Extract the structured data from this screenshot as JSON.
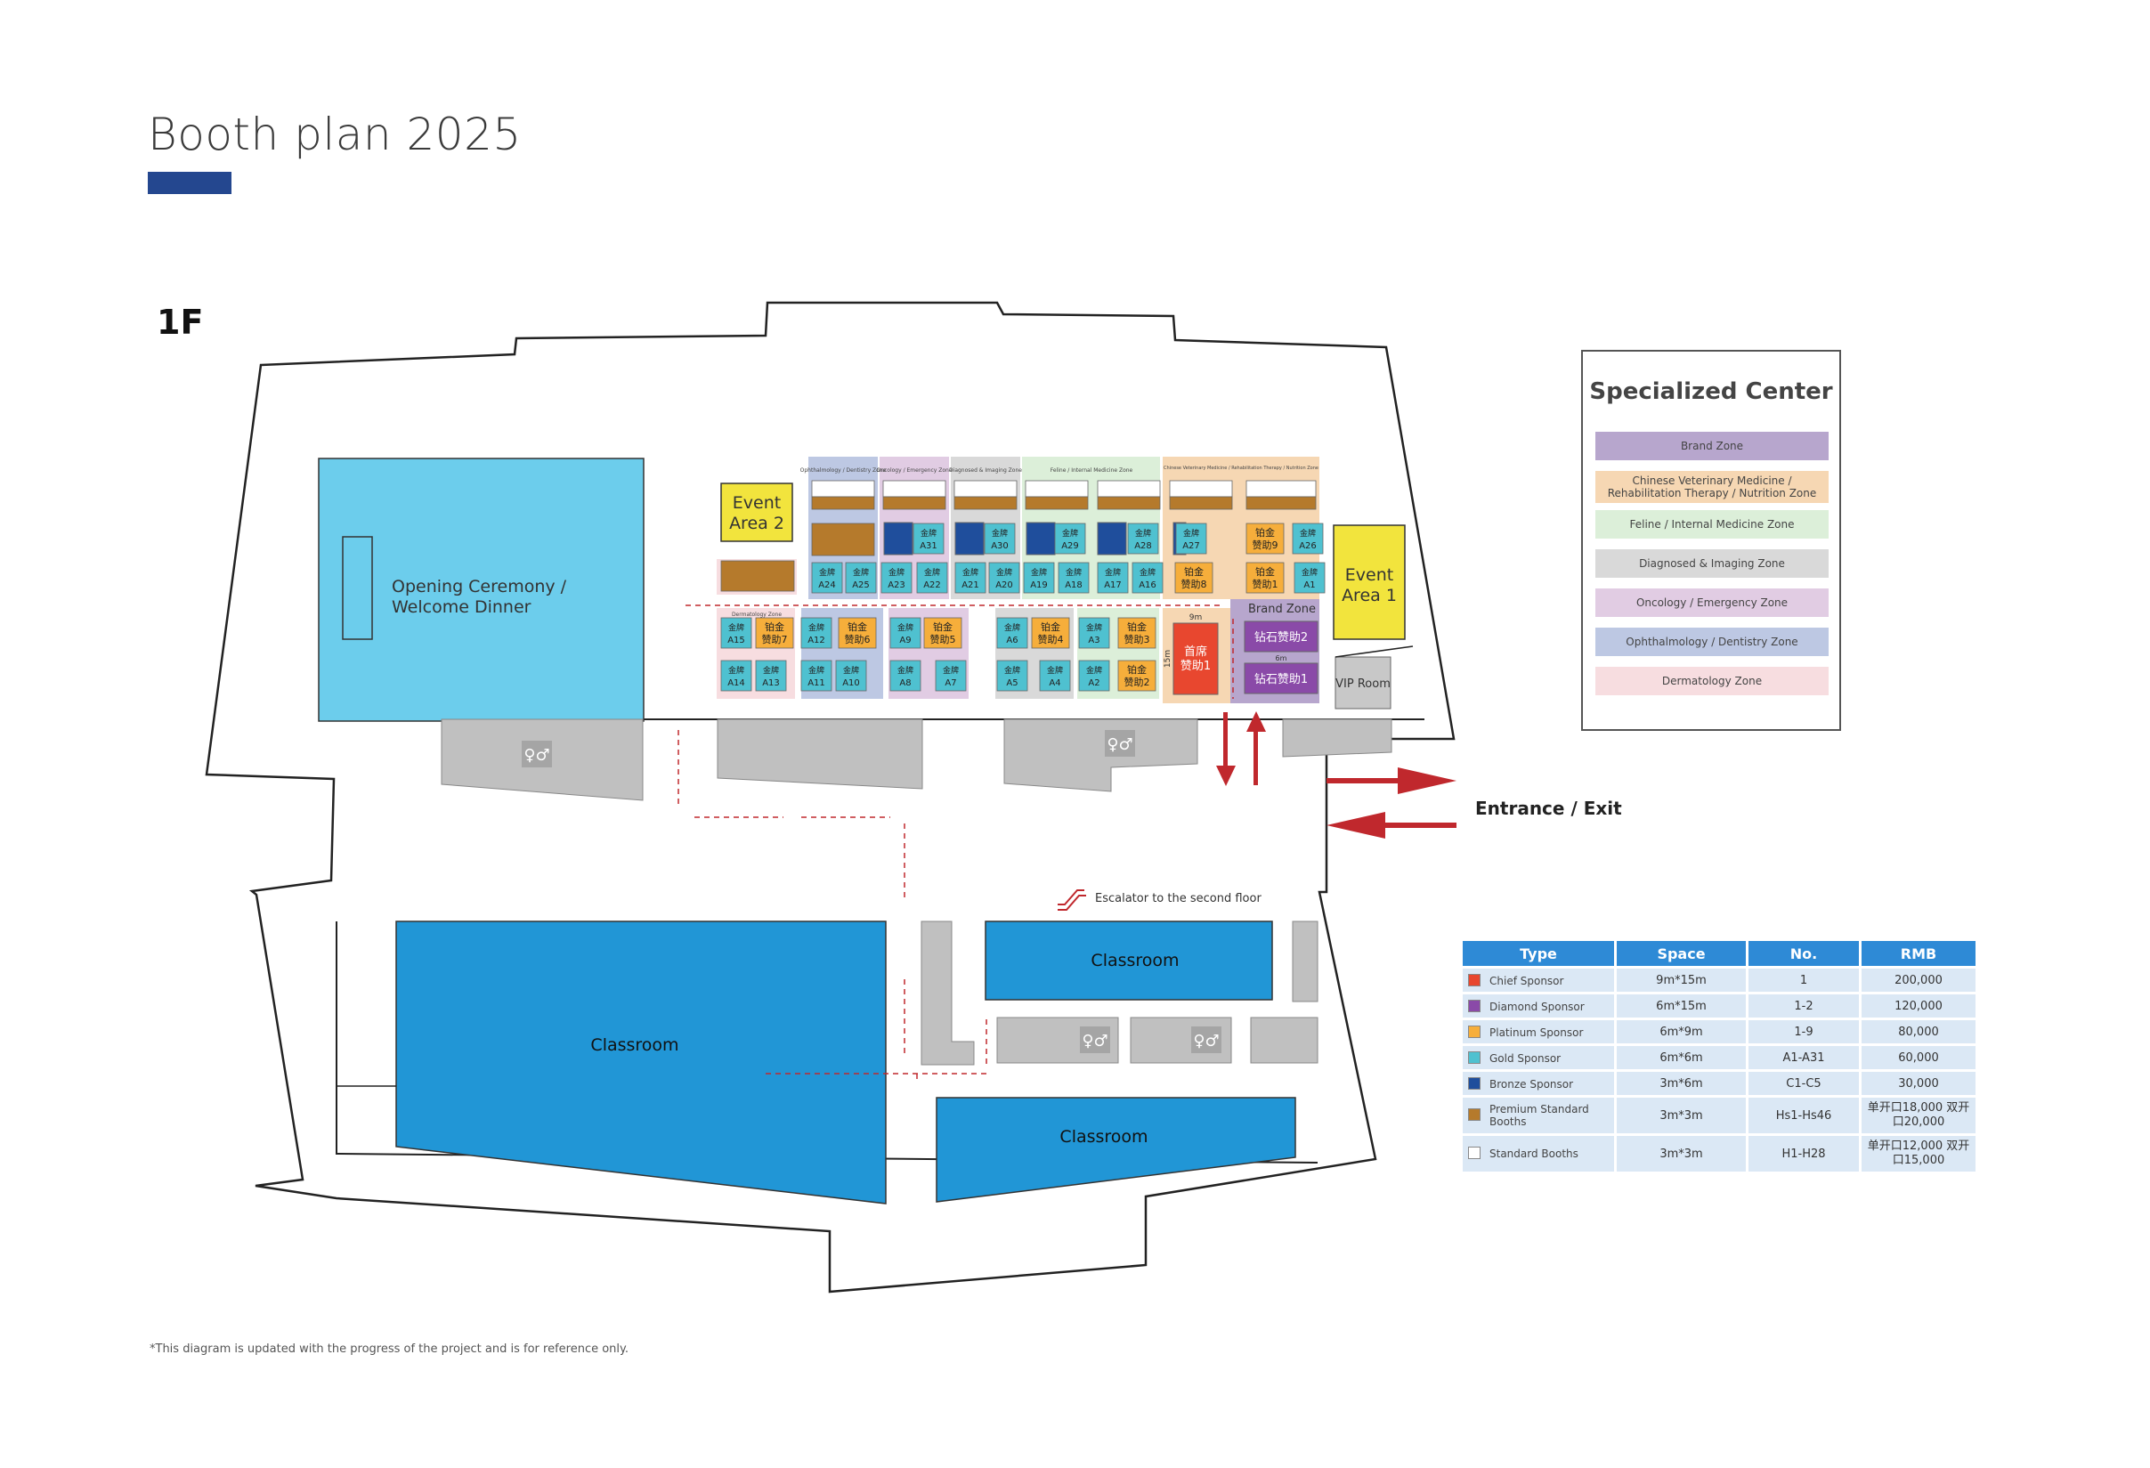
{
  "header": {
    "title": "Booth plan 2025",
    "floor": "1F"
  },
  "footnote": "*This diagram is updated with the progress of the project and is for reference only.",
  "colors": {
    "accent_bar": "#24478f",
    "hall_blue": "#6ccdec",
    "classroom_blue": "#2196d6",
    "event_yellow": "#f2e43d",
    "gray_block": "#c0c0c0",
    "arrow_red": "#c0282d"
  },
  "rooms": {
    "opening": [
      "Opening Ceremony /",
      "Welcome Dinner"
    ],
    "classroom": "Classroom",
    "vip": "VIP Room",
    "event1": [
      "Event",
      "Area 1"
    ],
    "event2": [
      "Event",
      "Area 2"
    ]
  },
  "labels": {
    "entrance": "Entrance / Exit",
    "escalator": "Escalator to the second floor",
    "brand_zone": "Brand Zone",
    "space_9m": "9m",
    "space_15m": "15m",
    "space_6m": "6m"
  },
  "booths": {
    "chief_label": [
      "首席",
      "赞助1"
    ],
    "diamond": [
      [
        "钻石赞助2"
      ],
      [
        "钻石赞助1"
      ]
    ],
    "platinum": [
      [
        "铂金",
        "赞助1"
      ],
      [
        "铂金",
        "赞助2"
      ],
      [
        "铂金",
        "赞助3"
      ],
      [
        "铂金",
        "赞助4"
      ],
      [
        "铂金",
        "赞助5"
      ],
      [
        "铂金",
        "赞助6"
      ],
      [
        "铂金",
        "赞助7"
      ],
      [
        "铂金",
        "赞助8"
      ],
      [
        "铂金",
        "赞助9"
      ]
    ],
    "gold_prefix": "金牌",
    "gold": [
      "A1",
      "A2",
      "A3",
      "A4",
      "A5",
      "A6",
      "A7",
      "A8",
      "A9",
      "A10",
      "A11",
      "A12",
      "A13",
      "A14",
      "A15",
      "A16",
      "A17",
      "A18",
      "A19",
      "A20",
      "A21",
      "A22",
      "A23",
      "A24",
      "A25",
      "A26",
      "A27",
      "A28",
      "A29",
      "A30",
      "A31"
    ],
    "zone_headers": [
      "Ophthalmology / Dentistry Zone",
      "Oncology / Emergency Zone",
      "Diagnosed & Imaging Zone",
      "Feline / Internal Medicine Zone",
      "Chinese Veterinary Medicine / Rehabilitation Therapy / Nutrition Zone",
      "Dermatology Zone"
    ]
  },
  "zone_legend": {
    "title": "Specialized Center",
    "items": [
      {
        "label": "Brand Zone",
        "color": "#b7a6cd"
      },
      {
        "label": "Chinese Veterinary Medicine / Rehabilitation Therapy / Nutrition Zone",
        "color": "#f6d7b3"
      },
      {
        "label": "Feline / Internal Medicine Zone",
        "color": "#dcefd9"
      },
      {
        "label": "Diagnosed & Imaging Zone",
        "color": "#d9d9d9"
      },
      {
        "label": "Oncology / Emergency Zone",
        "color": "#e1cce3"
      },
      {
        "label": "Ophthalmology / Dentistry Zone",
        "color": "#bdc8e3"
      },
      {
        "label": "Dermatology Zone",
        "color": "#f7dde0"
      }
    ]
  },
  "price_table": {
    "headers": [
      "Type",
      "Space",
      "No.",
      "RMB"
    ],
    "rows": [
      {
        "type": "Chief Sponsor",
        "color": "#e8472f",
        "space": "9m*15m",
        "no": "1",
        "rmb": "200,000"
      },
      {
        "type": "Diamond Sponsor",
        "color": "#8a4aa8",
        "space": "6m*15m",
        "no": "1-2",
        "rmb": "120,000"
      },
      {
        "type": "Platinum Sponsor",
        "color": "#f6ae3b",
        "space": "6m*9m",
        "no": "1-9",
        "rmb": "80,000"
      },
      {
        "type": "Gold Sponsor",
        "color": "#4fc1d0",
        "space": "6m*6m",
        "no": "A1-A31",
        "rmb": "60,000"
      },
      {
        "type": "Bronze Sponsor",
        "color": "#1f4e9c",
        "space": "3m*6m",
        "no": "C1-C5",
        "rmb": "30,000"
      },
      {
        "type": "Premium Standard Booths",
        "color": "#b57a2c",
        "space": "3m*3m",
        "no": "Hs1-Hs46",
        "rmb": "单开口18,000 双开口20,000"
      },
      {
        "type": "Standard Booths",
        "color": "#ffffff",
        "space": "3m*3m",
        "no": "H1-H28",
        "rmb": "单开口12,000 双开口15,000"
      }
    ]
  }
}
